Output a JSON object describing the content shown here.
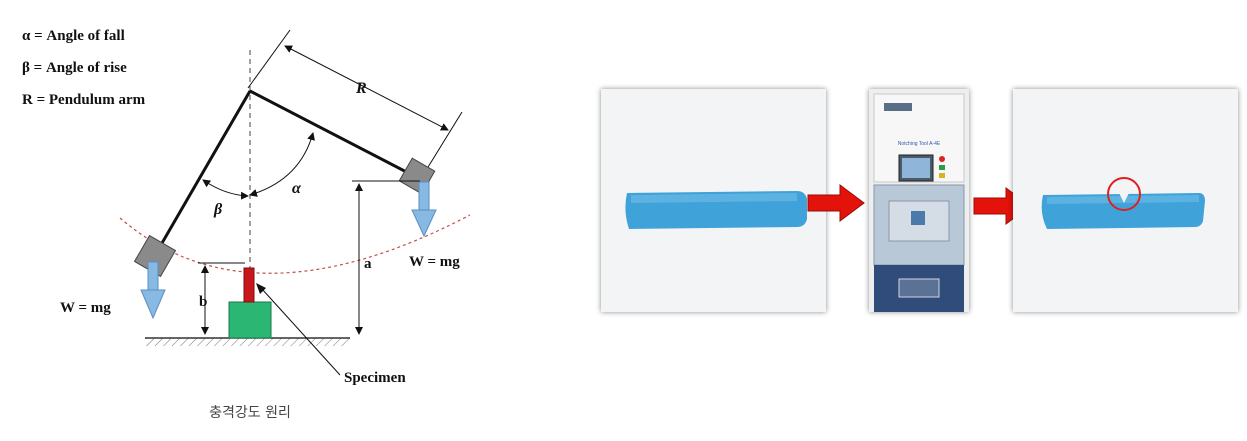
{
  "legend": {
    "alpha": "α = Angle of fall",
    "beta": "β = Angle of rise",
    "r": "R = Pendulum arm"
  },
  "diagram": {
    "r_label": "R",
    "alpha_label": "α",
    "beta_label": "β",
    "a_label": "a",
    "b_label": "b",
    "weight_right": "W = mg",
    "weight_left": "W = mg",
    "specimen_label": "Specimen"
  },
  "caption": "충격강도 원리",
  "machine": {
    "title": "Notching Tool A-4E"
  },
  "colors": {
    "specimen_blue": "#3fa2d9",
    "arrow_red": "#e3120b",
    "base_green": "#2bb673",
    "striker_red": "#c9161d",
    "weight_arrow": "#87b9e3",
    "pendulum_weight": "#8a8a8a",
    "notch_marker": "#e02020"
  }
}
